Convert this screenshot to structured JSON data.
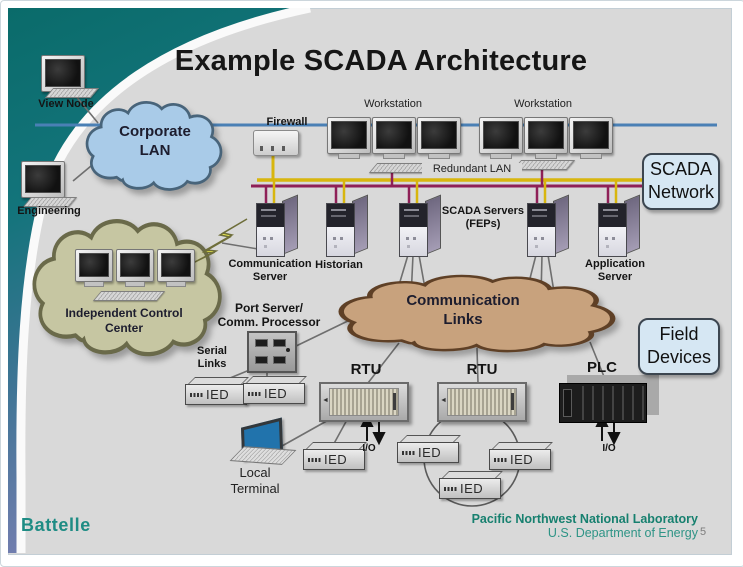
{
  "slide": {
    "title": "Example SCADA Architecture",
    "page_number": "5"
  },
  "clouds": {
    "corporate_lan": [
      "Corporate",
      "LAN"
    ],
    "independent_control_center": [
      "Independent Control",
      "Center"
    ],
    "communication_links": [
      "Communication",
      "Links"
    ]
  },
  "callouts": {
    "scada_network": [
      "SCADA",
      "Network"
    ],
    "field_devices": [
      "Field",
      "Devices"
    ]
  },
  "labels": {
    "view_node": "View Node",
    "engineering": "Engineering",
    "firewall": "Firewall",
    "workstation": "Workstation",
    "redundant_lan": "Redundant LAN",
    "scada_servers": [
      "SCADA Servers",
      "(FEPs)"
    ],
    "communication_server": [
      "Communication",
      "Server"
    ],
    "historian": "Historian",
    "application_server": [
      "Application",
      "Server"
    ],
    "port_server": [
      "Port Server/",
      "Comm. Processor"
    ],
    "serial_links": [
      "Serial",
      "Links"
    ],
    "rtu": "RTU",
    "plc": "PLC",
    "io": "I/O",
    "ied": "IED",
    "local_terminal": [
      "Local",
      "Terminal"
    ]
  },
  "footer": {
    "logo": "Battelle",
    "org": "Pacific Northwest National Laboratory",
    "dept": "U.S. Department of Energy"
  },
  "colors": {
    "slide_bg": "#d9d9d9",
    "corner_teal": "#0b6c6b",
    "lan_line_blue": "#4a80b5",
    "bus_yellow": "#d8b60e",
    "bus_maroon": "#8e2057",
    "cloud_corporate": "#a9cbe8",
    "cloud_icc": "#c6c6a2",
    "cloud_comm_links": "#c8a27d",
    "callout_fill": "#d6e7f3",
    "footer_teal": "#1e8c84"
  }
}
